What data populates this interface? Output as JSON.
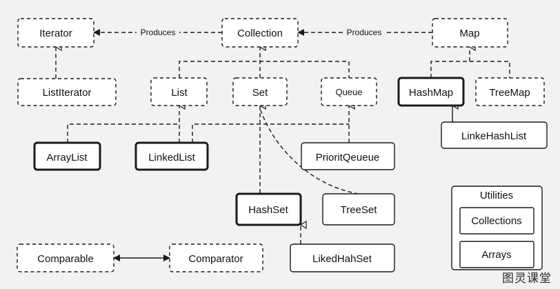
{
  "nodes": {
    "iterator": "Iterator",
    "collection": "Collection",
    "map": "Map",
    "list_iterator": "ListIterator",
    "list": "List",
    "set": "Set",
    "queue": "Queue",
    "hash_map": "HashMap",
    "tree_map": "TreeMap",
    "linke_hash_list": "LinkeHashList",
    "array_list": "ArrayList",
    "linked_list": "LinkedList",
    "priorit_queue": "PrioritQeueue",
    "hash_set": "HashSet",
    "tree_set": "TreeSet",
    "liked_hah_set": "LikedHahSet",
    "comparable": "Comparable",
    "comparator": "Comparator"
  },
  "edge_labels": {
    "collection_to_iterator": "Produces",
    "map_to_collection": "Produces"
  },
  "utilities": {
    "title": "Utilities",
    "items": [
      "Collections",
      "Arrays"
    ]
  },
  "watermark": "图灵课堂"
}
